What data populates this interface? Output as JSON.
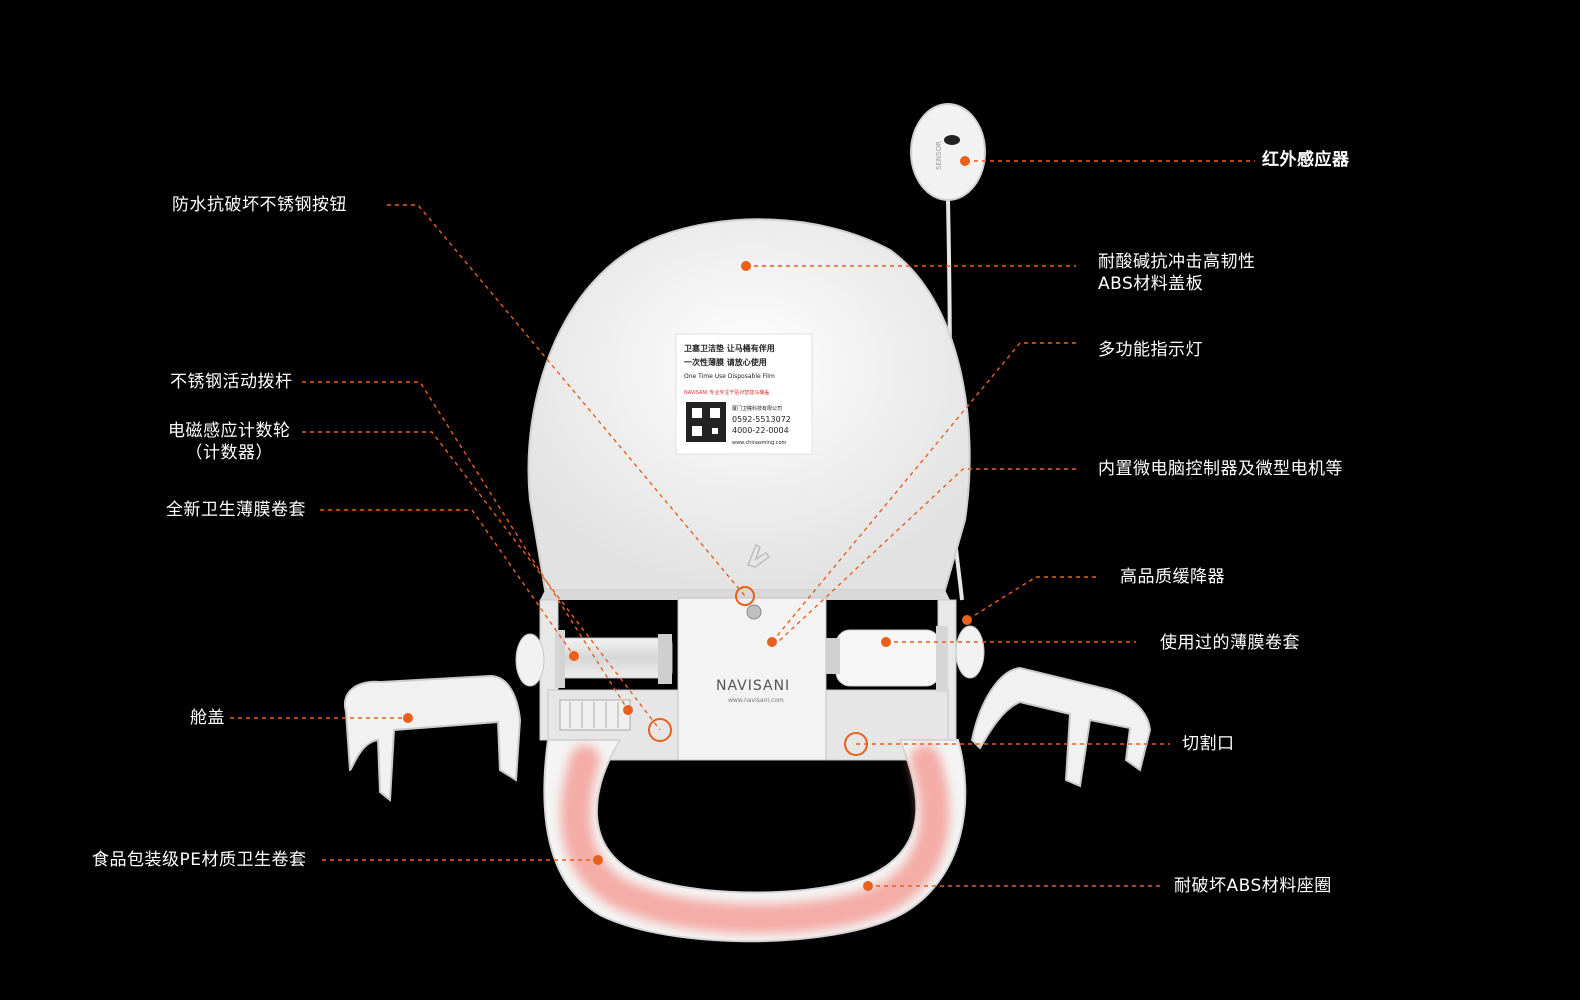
{
  "colors": {
    "background": "#000000",
    "callout": "#e8601c",
    "product": "#f4f4f4",
    "film_roll": "#f7a9a2"
  },
  "product": {
    "sticker_line1": "卫塞卫洁垫    让马桶有伴用",
    "sticker_line2": "一次性薄膜  请放心使用",
    "sticker_line3": "One Time Use Disposable Film",
    "sticker_brand_line": "NAVISANI  专业专注干贴对智能马桶盖",
    "sticker_company": "厦门卫瞳科技有限公司",
    "sticker_phone1": "0592-5513072",
    "sticker_phone2": "4000-22-0004",
    "sticker_site": "www.chinasming.com",
    "brand": "NAVISANI",
    "brand_site": "www.navisani.com",
    "sensor_text": "SENSOR"
  },
  "labels": {
    "infrared_sensor": "红外感应器",
    "waterproof_button": "防水抗破坏不锈钢按钮",
    "abs_cover_line1": "耐酸碱抗冲击高韧性",
    "abs_cover_line2": "ABS材料盖板",
    "indicator_light": "多功能指示灯",
    "lever": "不锈钢活动拨杆",
    "counter_line1": "电磁感应计数轮",
    "counter_line2": "（计数器）",
    "controller": "内置微电脑控制器及微型电机等",
    "new_film": "全新卫生薄膜卷套",
    "damper": "高品质缓降器",
    "used_film": "使用过的薄膜卷套",
    "cabin_cover": "舱盖",
    "cutter": "切割口",
    "pe_film": "食品包装级PE材质卫生卷套",
    "abs_seat": "耐破坏ABS材料座圈"
  }
}
